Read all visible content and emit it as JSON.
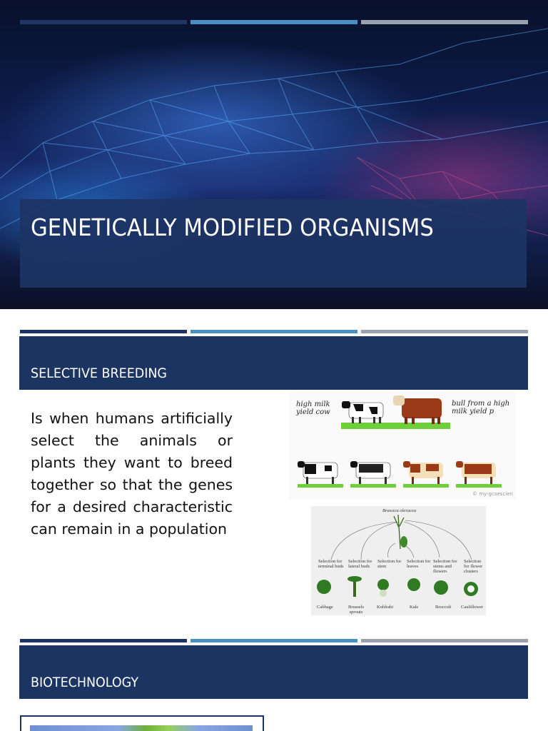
{
  "slide1": {
    "title": "GENETICALLY MODIFIED ORGANISMS",
    "accent_bars": [
      "#1c3462",
      "#4a8fc4",
      "#9aa3ad"
    ]
  },
  "slide2": {
    "header": "SELECTIVE BREEDING",
    "accent_bars": [
      "#1c3462",
      "#4a8fc4",
      "#9aa3ad"
    ],
    "body": "Is when humans artificially select the animals or plants they want to breed together so that the genes for a desired characteristic can remain in a population",
    "cow_figure": {
      "label_left": "high milk yield cow",
      "label_right": "bull from a high milk yield p",
      "watermark": "© my-gcsescien"
    },
    "brassica_figure": {
      "title": "Brassica oleracea",
      "selections": [
        {
          "selection": "Selection for terminal buds",
          "result": "Cabbage"
        },
        {
          "selection": "Selection for lateral buds",
          "result": "Brussels sprouts"
        },
        {
          "selection": "Selection for stem",
          "result": "Kohlrabi"
        },
        {
          "selection": "Selection for leaves",
          "result": "Kale"
        },
        {
          "selection": "Selection for stems and flowers",
          "result": "Broccoli"
        },
        {
          "selection": "Selection for flower clusters",
          "result": "Cauliflower"
        }
      ]
    }
  },
  "slide3": {
    "header": "BIOTECHNOLOGY",
    "accent_bars": [
      "#1c3462",
      "#4a8fc4",
      "#9aa3ad"
    ]
  }
}
